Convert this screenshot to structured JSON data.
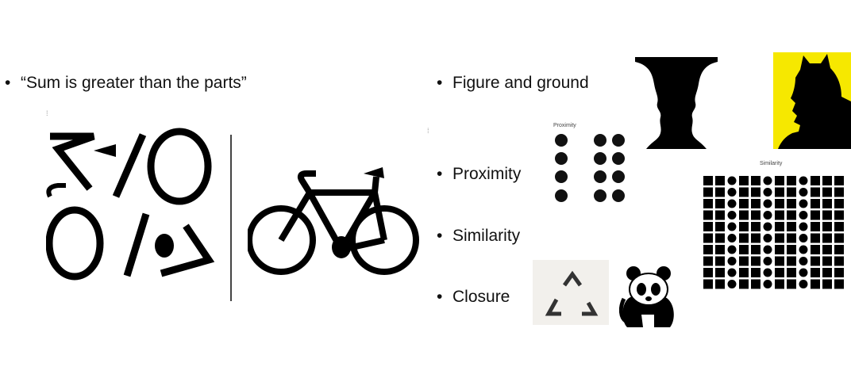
{
  "bullets": {
    "sum": "“Sum is greater than the parts”",
    "figure": "Figure and ground",
    "proximity": "Proximity",
    "similarity": "Similarity",
    "closure": "Closure"
  },
  "figure_labels": {
    "proximity": "Proximity",
    "similarity": "Similarity"
  },
  "colors": {
    "text": "#111111",
    "ink": "#000000",
    "accent_yellow": "#f6e800",
    "closure_bg": "#f2f0ec",
    "closure_mark": "#333333"
  },
  "icons": {
    "bullet": "bullet-dot",
    "bicycle_parts": "bicycle-parts-icon",
    "bicycle": "bicycle-icon",
    "vase": "rubin-vase-icon",
    "batman": "batman-silhouette-icon",
    "panda": "panda-icon"
  }
}
